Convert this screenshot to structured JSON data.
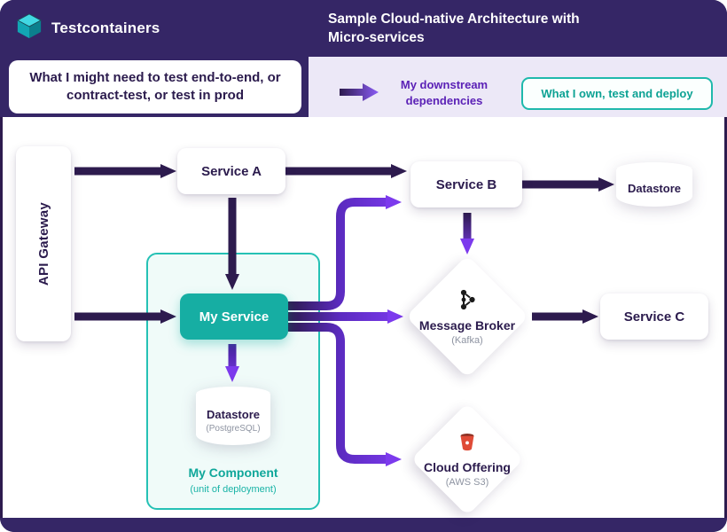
{
  "header": {
    "brand": "Testcontainers",
    "title": "Sample Cloud-native Architecture with Micro-services"
  },
  "legend": {
    "note": "What I might need to test end-to-end, or contract-test, or test in prod",
    "downstream": "My downstream dependencies",
    "own": "What I own, test and deploy"
  },
  "nodes": {
    "api_gateway": "API Gateway",
    "service_a": "Service A",
    "service_b": "Service B",
    "datastore_b": "Datastore",
    "my_service": "My Service",
    "my_component": {
      "title": "My Component",
      "subtitle": "(unit of deployment)"
    },
    "datastore_pg": {
      "title": "Datastore",
      "subtitle": "(PostgreSQL)"
    },
    "message_broker": {
      "title": "Message Broker",
      "subtitle": "(Kafka)"
    },
    "service_c": "Service C",
    "cloud_offering": {
      "title": "Cloud Offering",
      "subtitle": "(AWS S3)"
    }
  },
  "icons": {
    "logo": "testcontainers-cube-icon",
    "legend_arrow": "gradient-arrow-right-icon",
    "kafka": "kafka-icon",
    "s3": "aws-s3-bucket-icon",
    "datastore": "cylinder-icon"
  },
  "colors": {
    "header_bg": "#352666",
    "dark_arrow": "#2D1B4E",
    "violet_arrow": "#7C3AED",
    "teal_fill": "#16AEA3",
    "teal_border": "#25C1B5",
    "lavender_bg": "#ECE8F7",
    "purple_text": "#5B21B6",
    "teal_text": "#0DA294",
    "subtext_gray": "#8D93A1"
  }
}
